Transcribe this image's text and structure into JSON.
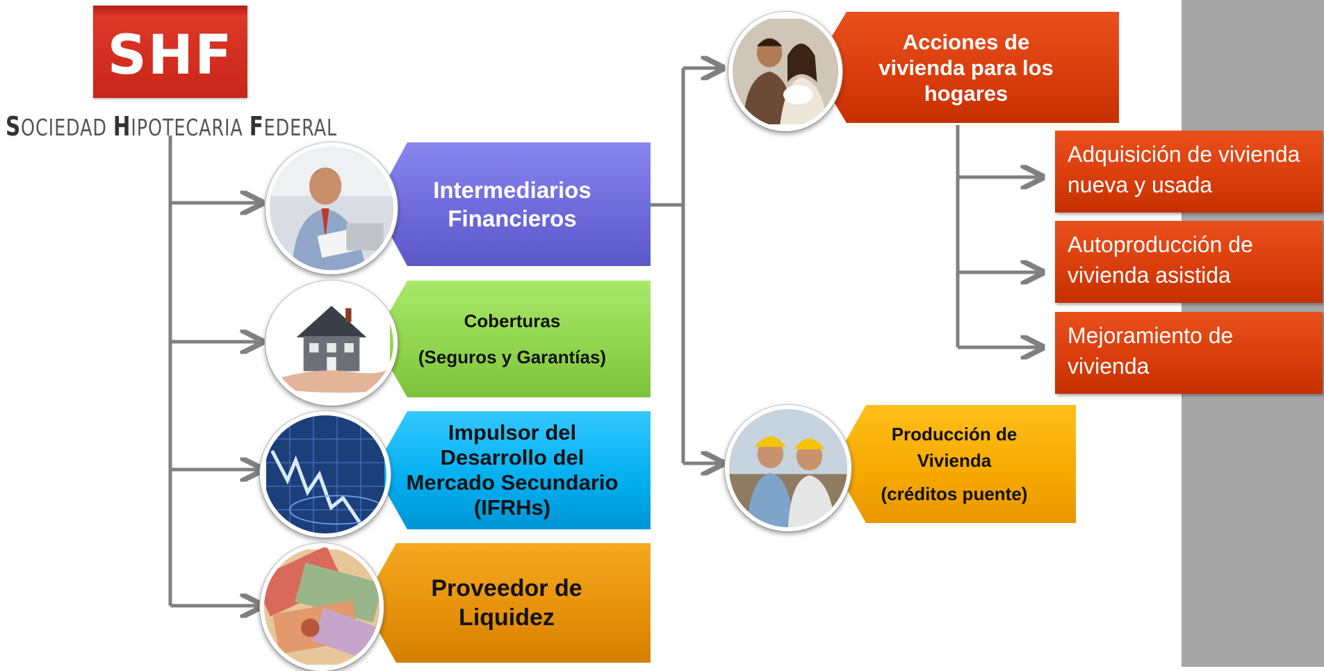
{
  "logo": {
    "mark": "SHF",
    "caption_parts": [
      {
        "initial": "S",
        "rest": "OCIEDAD "
      },
      {
        "initial": "H",
        "rest": "IPOTECARIA "
      },
      {
        "initial": "F",
        "rest": "EDERAL"
      }
    ]
  },
  "left_boxes": [
    {
      "lines": [
        "Intermediarios",
        "Financieros"
      ],
      "photo": "businessman-photo"
    },
    {
      "lines": [
        "Coberturas",
        "(Seguros y Garantías)"
      ],
      "photo": "house-in-hand-photo"
    },
    {
      "lines": [
        "Impulsor del",
        "Desarrollo del",
        "Mercado Secundario",
        "(IFRHs)"
      ],
      "photo": "stock-chart-photo"
    },
    {
      "lines": [
        "Proveedor de",
        "Liquidez"
      ],
      "photo": "banknotes-photo"
    }
  ],
  "right_top": {
    "lines": [
      "Acciones de",
      "vivienda para los",
      "hogares"
    ],
    "photo": "family-photo"
  },
  "sub_items": [
    {
      "lines": [
        "Adquisición de vivienda",
        "nueva y usada"
      ]
    },
    {
      "lines": [
        "Autoproducción de",
        "vivienda asistida"
      ]
    },
    {
      "lines": [
        "Mejoramiento de",
        "vivienda"
      ]
    }
  ],
  "right_bottom": {
    "lines": [
      "Producción de",
      "Vivienda",
      "(créditos puente)"
    ],
    "photo": "construction-workers-photo"
  },
  "colors": {
    "intermediarios": "#6d68d8",
    "coberturas": "#8fd44c",
    "impulsor": "#00aeef",
    "proveedor": "#e6900a",
    "acciones": "#d93c0c",
    "produccion": "#f6a800",
    "connector": "#808080",
    "sidebar": "#a6a6a6"
  }
}
